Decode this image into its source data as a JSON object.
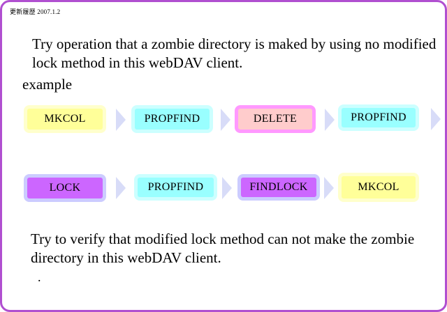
{
  "header": {
    "history_label": "更新履歴 2007.1.2"
  },
  "slide": {
    "intro": "Try operation that a zombie directory is maked by using no modified lock method in this webDAV client.",
    "example_label": "example",
    "outro": "Try to verify that modified lock method can not make the zombie directory in this webDAV client.",
    "trailing_dot": "."
  },
  "flow": {
    "row1": [
      {
        "label": "MKCOL",
        "fill": "#ffff99",
        "border": "#ffffcc"
      },
      {
        "label": "PROPFIND",
        "fill": "#99ffff",
        "border": "#ccffff"
      },
      {
        "label": "DELETE",
        "fill": "#ffcccc",
        "border": "#ff99ff"
      },
      {
        "label": "PROPFIND",
        "fill": "#99ffff",
        "border": "#ccffff"
      }
    ],
    "row2": [
      {
        "label": "LOCK",
        "fill": "#cc66ff",
        "border": "#ccccff"
      },
      {
        "label": "PROPFIND",
        "fill": "#99ffff",
        "border": "#ccffff"
      },
      {
        "label": "FINDLOCK",
        "fill": "#cc66ff",
        "border": "#ccccff"
      },
      {
        "label": "MKCOL",
        "fill": "#ffff99",
        "border": "#ffffcc"
      }
    ],
    "arrow_color": "#d8dcf8"
  }
}
